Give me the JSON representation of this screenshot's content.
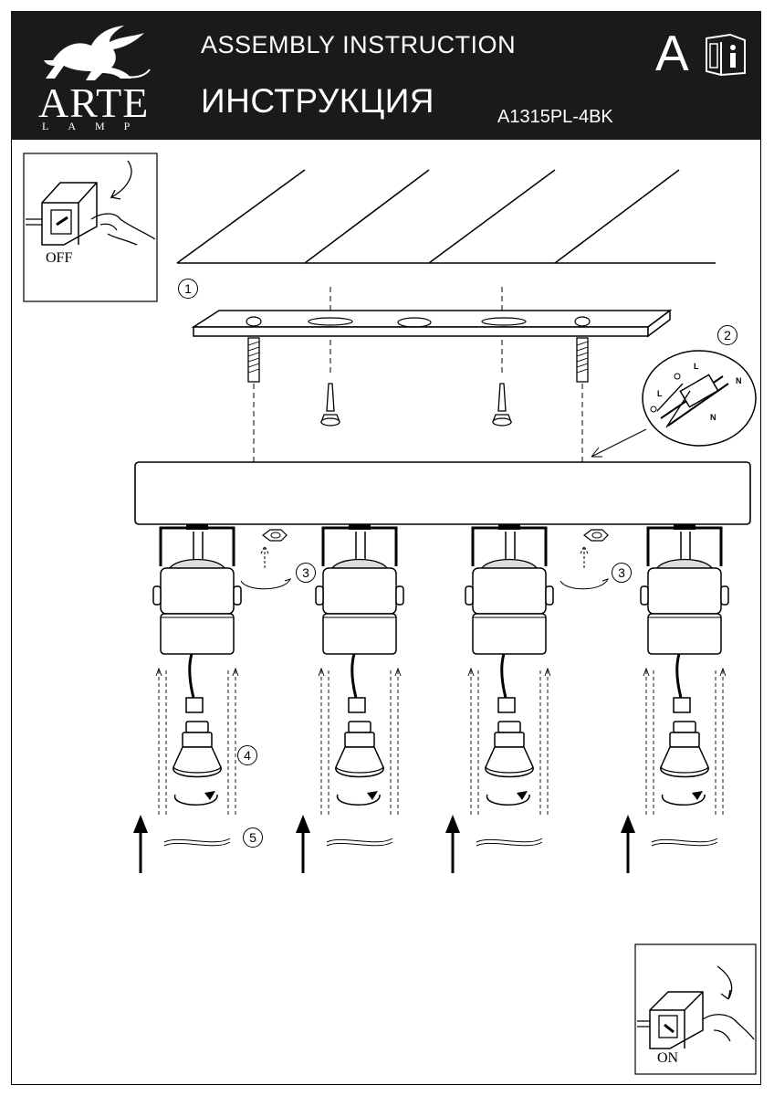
{
  "header": {
    "brand_name": "ARTE",
    "brand_sub": "LAMP",
    "title_en": "ASSEMBLY INSTRUCTION",
    "title_ru": "ИНСТРУКЦИЯ",
    "model": "A1315PL-4BK",
    "doc_letter": "A",
    "logo_icon": "griffin-logo-icon",
    "info_icon": "info-book-icon"
  },
  "switch_panels": {
    "off_label": "OFF",
    "on_label": "ON"
  },
  "steps": [
    "1",
    "2",
    "3",
    "3",
    "4",
    "5"
  ],
  "wiring_labels": {
    "l_top": "L",
    "n_top": "N",
    "l_bottom": "L",
    "n_bottom": "N"
  }
}
